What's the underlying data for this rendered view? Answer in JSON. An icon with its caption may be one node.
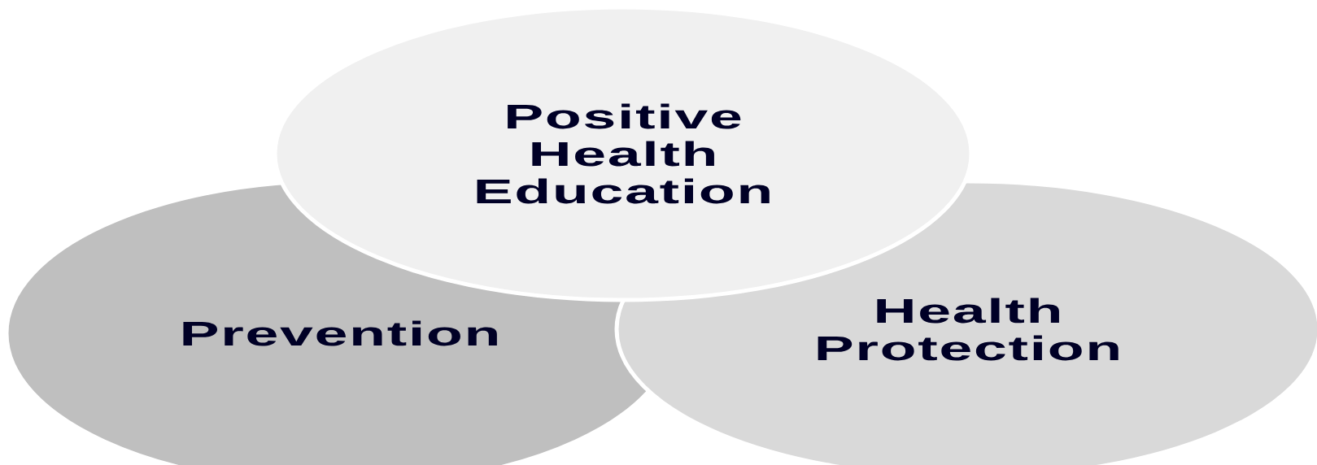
{
  "diagram": {
    "nodes": [
      {
        "text": [
          "Positive Health Education"
        ]
      },
      {
        "text": [
          "Prevention"
        ]
      },
      {
        "text": [
          "Health Protection"
        ]
      }
    ]
  }
}
